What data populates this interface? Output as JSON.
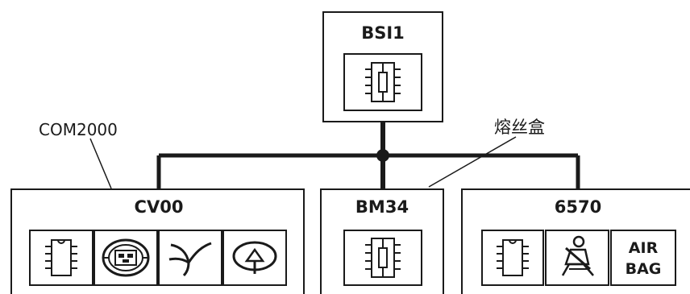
{
  "diagram": {
    "top_unit": {
      "label": "BSI1",
      "icons": [
        "chip-fuse-icon"
      ]
    },
    "annotations": {
      "network": "COM2000",
      "fuse_box": "熔丝盒"
    },
    "units": [
      {
        "label": "CV00",
        "icons": [
          "chip-icon",
          "airbag-module-icon",
          "wiper-icon",
          "horn-icon"
        ]
      },
      {
        "label": "BM34",
        "icons": [
          "chip-fuse-icon"
        ]
      },
      {
        "label": "6570",
        "icons": [
          "chip-icon",
          "seatbelt-icon",
          "airbag-text-icon"
        ],
        "airbag_text": [
          "AIR",
          "BAG"
        ]
      }
    ],
    "colors": {
      "line": "#1a1a1a",
      "background": "#ffffff"
    }
  }
}
